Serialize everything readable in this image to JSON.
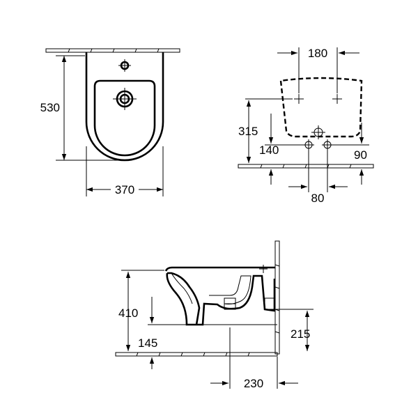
{
  "top_view": {
    "width_label": "370",
    "depth_label": "530"
  },
  "rear_view": {
    "fixing_spacing_label": "180",
    "fixing_height_label": "315",
    "supply_height_label": "140",
    "supply_spacing_label": "80",
    "waste_offset_label": "90"
  },
  "side_view": {
    "rim_height_label": "410",
    "base_height_label": "145",
    "waste_height_label": "215",
    "waste_projection_label": "230"
  }
}
